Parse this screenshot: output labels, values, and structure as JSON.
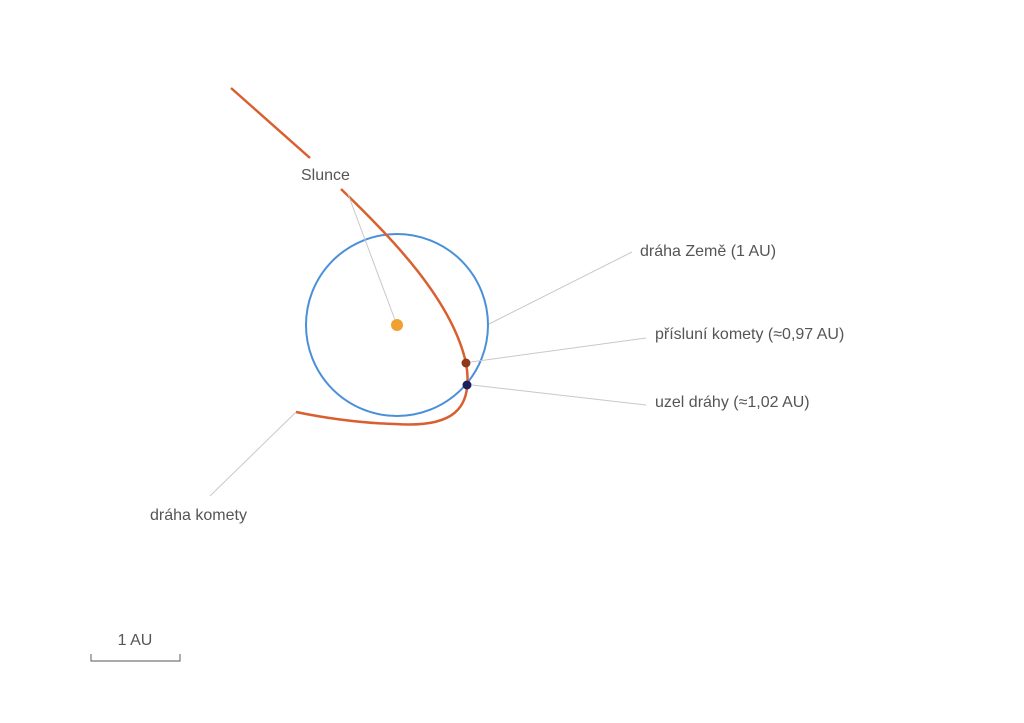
{
  "labels": {
    "sun": "Slunce",
    "earth_orbit": "dráha Země (1 AU)",
    "perihelion": "přísluní komety (≈0,97 AU)",
    "node": "uzel dráhy (≈1,02 AU)",
    "comet_orbit": "dráha komety",
    "scale": "1 AU"
  },
  "colors": {
    "sun": "#f0a030",
    "earth_orbit": "#4a90d9",
    "comet_orbit": "#d95f30",
    "perihelion_marker": "#8b3a1a",
    "node_marker": "#1a1f5c",
    "text": "#555555",
    "leader_lines": "#c8c8c8"
  }
}
